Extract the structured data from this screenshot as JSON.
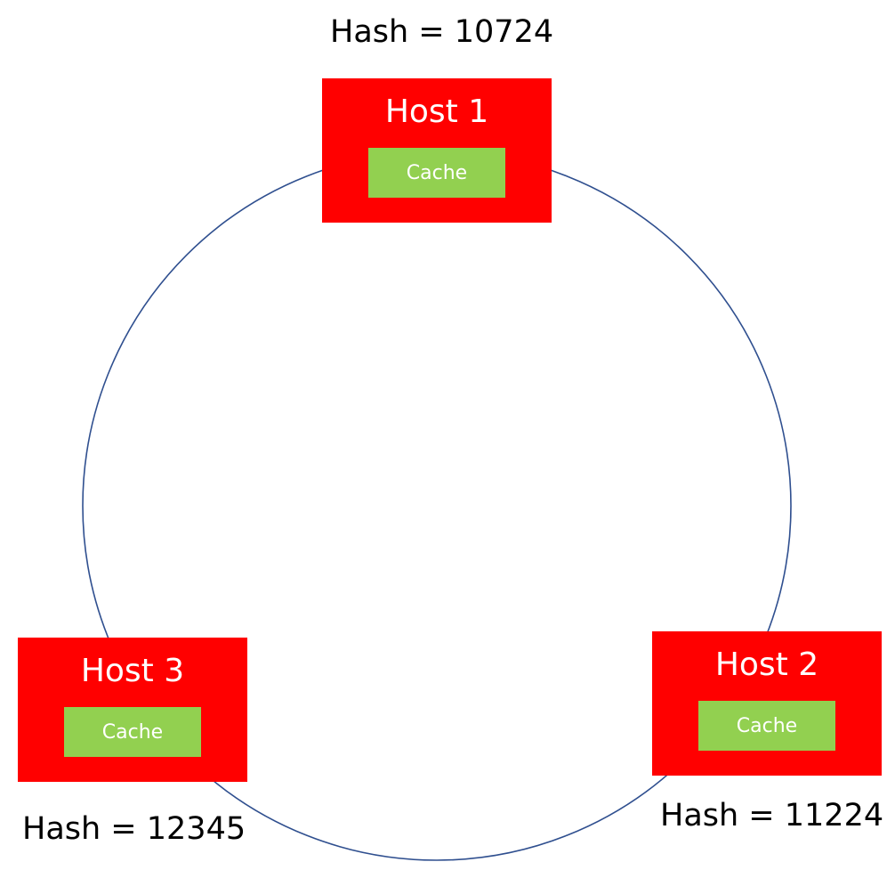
{
  "colors": {
    "ring": "#2f4f8f",
    "host": "#ff0000",
    "cache": "#92d050",
    "host_text": "#ffffff",
    "label_text": "#000000"
  },
  "hosts": [
    {
      "label": "Host 1",
      "cache_label": "Cache",
      "hash_label": "Hash = 10724"
    },
    {
      "label": "Host 2",
      "cache_label": "Cache",
      "hash_label": "Hash = 11224"
    },
    {
      "label": "Host 3",
      "cache_label": "Cache",
      "hash_label": "Hash = 12345"
    }
  ]
}
